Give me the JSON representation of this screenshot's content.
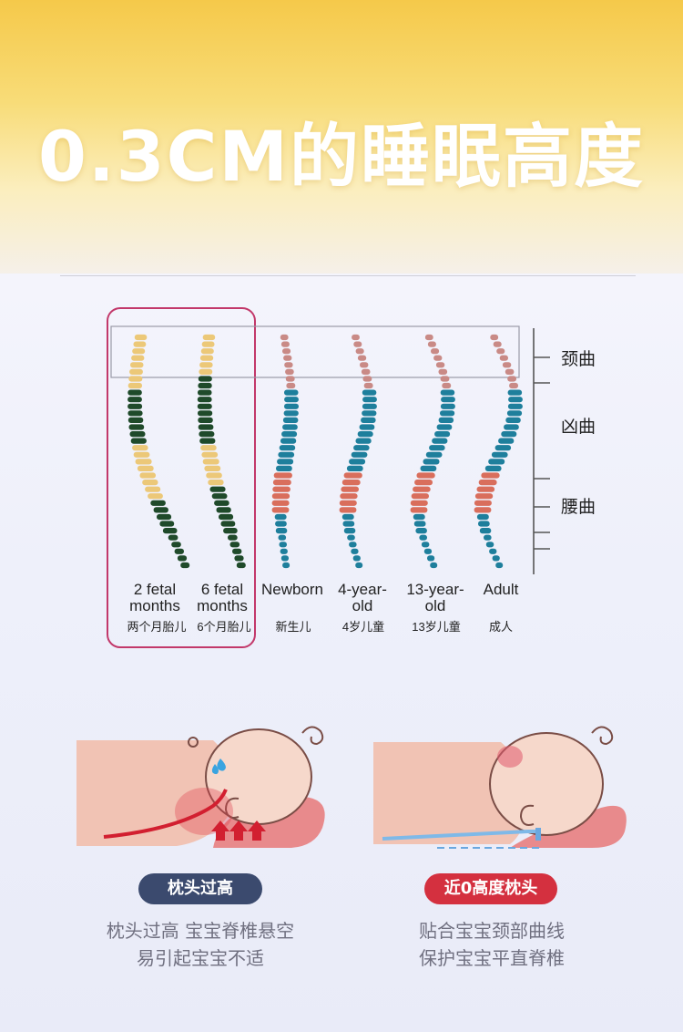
{
  "header": {
    "title": "0.3CM的睡眠高度"
  },
  "spine_chart": {
    "stages": [
      {
        "en_line1": "2  fetal",
        "en_line2": "months",
        "zh": "两个月胎儿"
      },
      {
        "en_line1": "6  fetal",
        "en_line2": "months",
        "zh": "6个月胎儿"
      },
      {
        "en_line1": "Newborn",
        "en_line2": "",
        "zh": "新生儿"
      },
      {
        "en_line1": "4-year-",
        "en_line2": "old",
        "zh": "4岁儿童"
      },
      {
        "en_line1": "13-year-",
        "en_line2": "old",
        "zh": "13岁儿童"
      },
      {
        "en_line1": "Adult",
        "en_line2": "",
        "zh": "成人"
      }
    ],
    "curve_labels": [
      "颈曲",
      "凶曲",
      "腰曲"
    ],
    "colors": {
      "fetal_green": "#1f4a2a",
      "fetal_yellow": "#ecc878",
      "cervical": "#c98a86",
      "thoracic": "#1e7f9c",
      "lumbar": "#d96e5c",
      "highlight_frame": "#c2386a"
    }
  },
  "comparison": {
    "bad": {
      "badge": "枕头过高",
      "line1": "枕头过高 宝宝脊椎悬空",
      "line2": "易引起宝宝不适"
    },
    "good": {
      "badge": "近0高度枕头",
      "line1": "贴合宝宝颈部曲线",
      "line2": "保护宝宝平直脊椎"
    }
  }
}
